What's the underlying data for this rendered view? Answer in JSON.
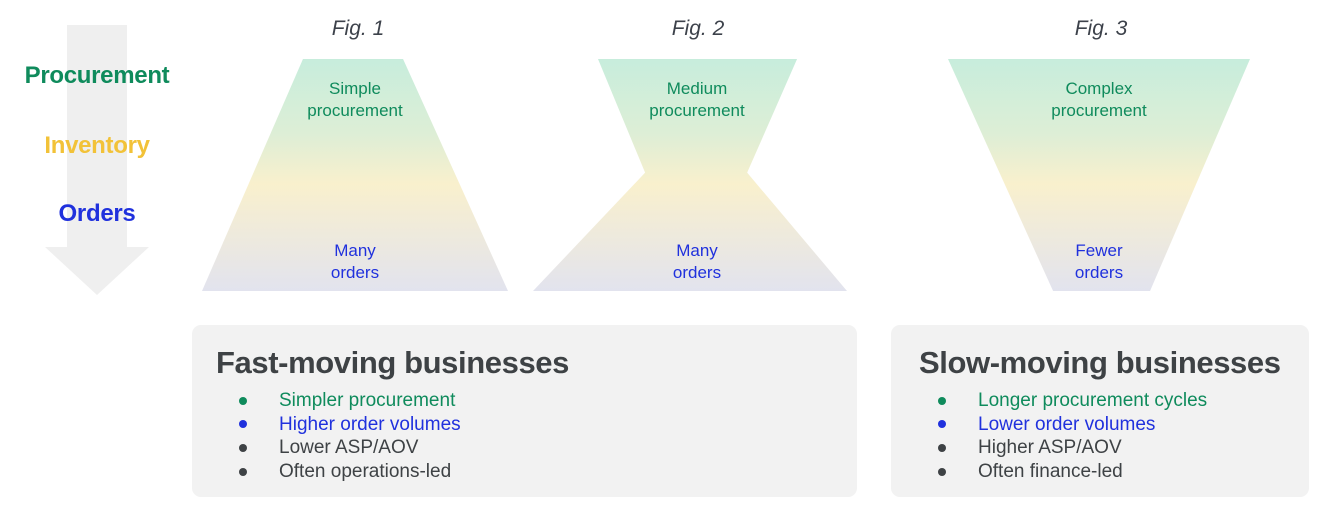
{
  "colors": {
    "green": "#0f8b5c",
    "blue": "#2031dd",
    "yellow": "#f2c238",
    "dark_text": "#3e4245",
    "figure_title": "#3d424b",
    "box_background": "#f2f2f2",
    "arrow_gray": "#efefef",
    "gradient_top_mint": "#c7eddc",
    "gradient_mid_yellow": "#f9f0cd",
    "gradient_bottom_lavender": "#e2e3ee"
  },
  "axis": {
    "arrow_icon": "down-arrow",
    "labels": [
      {
        "text": "Procurement",
        "color": "#0f8b5c"
      },
      {
        "text": "Inventory",
        "color": "#f2c238"
      },
      {
        "text": "Orders",
        "color": "#2031dd"
      }
    ]
  },
  "figures": [
    {
      "title": "Fig. 1",
      "shape": "trapezoid-widening-down",
      "top_label": "Simple\nprocurement",
      "bottom_label": "Many\norders"
    },
    {
      "title": "Fig. 2",
      "shape": "hourglass",
      "top_label": "Medium\nprocurement",
      "bottom_label": "Many\norders"
    },
    {
      "title": "Fig. 3",
      "shape": "funnel-narrowing-down",
      "top_label": "Complex\nprocurement",
      "bottom_label": "Fewer\norders"
    }
  ],
  "summary_boxes": [
    {
      "title": "Fast-moving businesses",
      "items": [
        {
          "text": "Simpler procurement",
          "color": "#0f8b5c"
        },
        {
          "text": "Higher order volumes",
          "color": "#2031dd"
        },
        {
          "text": "Lower ASP/AOV",
          "color": "#3e4245"
        },
        {
          "text": "Often operations-led",
          "color": "#3e4245"
        }
      ]
    },
    {
      "title": "Slow-moving businesses",
      "items": [
        {
          "text": "Longer procurement cycles",
          "color": "#0f8b5c"
        },
        {
          "text": "Lower order volumes",
          "color": "#2031dd"
        },
        {
          "text": "Higher ASP/AOV",
          "color": "#3e4245"
        },
        {
          "text": "Often finance-led",
          "color": "#3e4245"
        }
      ]
    }
  ]
}
